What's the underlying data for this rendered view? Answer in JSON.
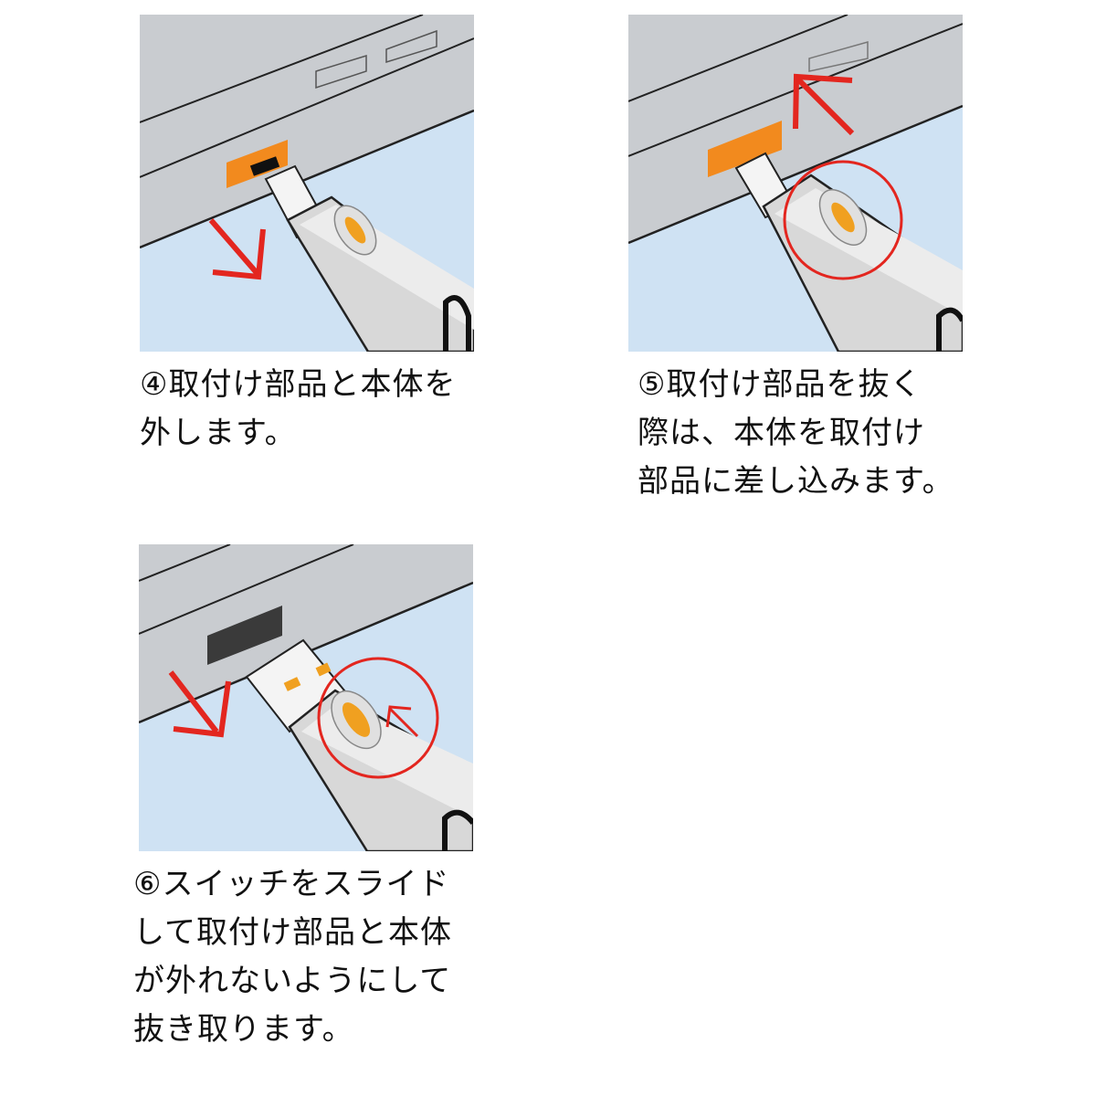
{
  "steps": [
    {
      "number": "④",
      "lines": [
        "④取付け部品と本体を",
        "外します。"
      ],
      "illustration": "usb-port-lock-key-removal-step4",
      "arrow_direction": "down-right"
    },
    {
      "number": "⑤",
      "lines": [
        "⑤取付け部品を抜く",
        "際は、本体を取付け",
        "部品に差し込みます。"
      ],
      "illustration": "usb-port-lock-key-insert-step5",
      "arrow_direction": "up-left"
    },
    {
      "number": "⑥",
      "lines": [
        "⑥スイッチをスライド",
        "して取付け部品と本体",
        "が外れないようにして",
        "抜き取ります。"
      ],
      "illustration": "usb-port-lock-slide-switch-step6",
      "arrow_direction": "down-left"
    }
  ],
  "colors": {
    "laptop_body": "#c9ccd0",
    "background_blue": "#cfe2f3",
    "lock_orange": "#f28a1e",
    "arrow_red": "#e3261f",
    "outline": "#1a1a1a"
  }
}
